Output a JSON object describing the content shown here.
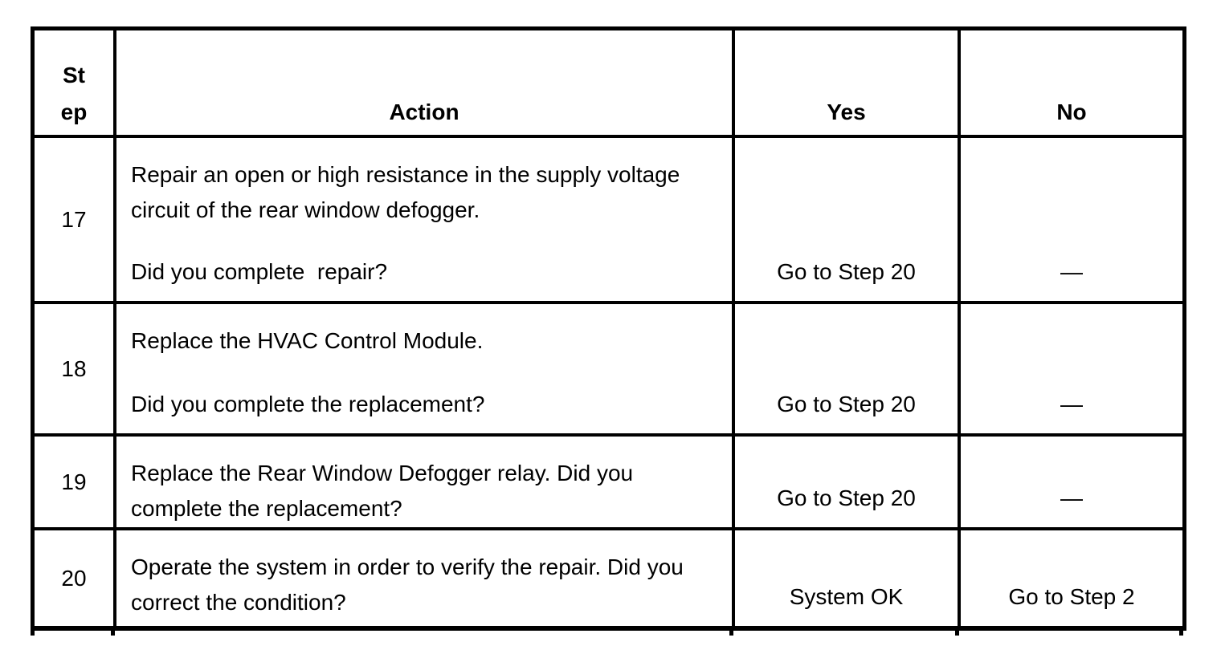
{
  "table": {
    "headers": {
      "step_line1": "St",
      "step_line2": "ep",
      "action": "Action",
      "yes": "Yes",
      "no": "No"
    },
    "rows": [
      {
        "step": "17",
        "action_lines": [
          "Repair an open or high resistance in the supply voltage",
          "circuit of the rear window defogger."
        ],
        "question": "Did you complete  repair?",
        "yes": "Go to Step 20",
        "no": "—"
      },
      {
        "step": "18",
        "action_lines": [
          "Replace the HVAC Control Module."
        ],
        "question": "Did you complete the replacement?",
        "yes": "Go to Step 20",
        "no": "—"
      },
      {
        "step": "19",
        "action_lines": [
          "Replace the Rear Window Defogger relay. Did you",
          "complete the replacement?"
        ],
        "question": "",
        "yes": "Go to Step 20",
        "no": "—"
      },
      {
        "step": "20",
        "action_lines": [
          "Operate the system in order to verify the repair. Did you",
          "correct the condition?"
        ],
        "question": "",
        "yes": "System OK",
        "no": "Go to Step 2"
      }
    ]
  }
}
